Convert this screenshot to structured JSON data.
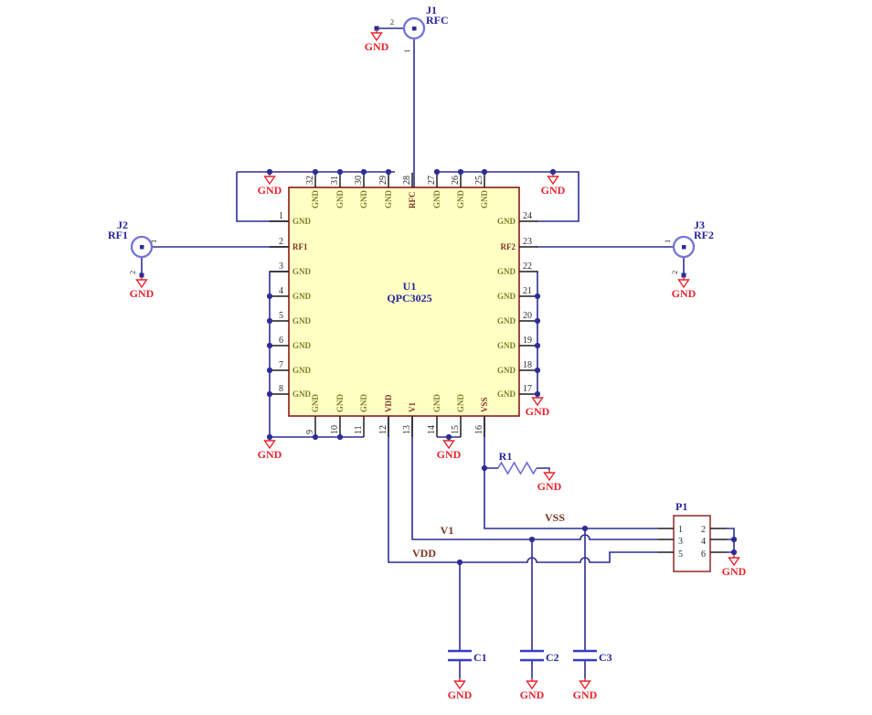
{
  "labels": {
    "gnd": "GND"
  },
  "colors": {
    "wire": "#2d2d96",
    "ground_red": "#e8242c",
    "ic_fill": "#ffffc4",
    "ic_border": "#8b1a1a",
    "connector_blue": "#7373d9",
    "ref_text_navy": "#24249c",
    "net_label_maroon": "#7b3222",
    "pin_name_olive": "#7d7d2a",
    "pin_number_black": "#2b2b2b"
  },
  "u1": {
    "ref": "U1",
    "value": "QPC3025",
    "pins_left": [
      {
        "num": "1",
        "name": "GND"
      },
      {
        "num": "2",
        "name": "RF1"
      },
      {
        "num": "3",
        "name": "GND"
      },
      {
        "num": "4",
        "name": "GND"
      },
      {
        "num": "5",
        "name": "GND"
      },
      {
        "num": "6",
        "name": "GND"
      },
      {
        "num": "7",
        "name": "GND"
      },
      {
        "num": "8",
        "name": "GND"
      }
    ],
    "pins_right": [
      {
        "num": "24",
        "name": "GND"
      },
      {
        "num": "23",
        "name": "RF2"
      },
      {
        "num": "22",
        "name": "GND"
      },
      {
        "num": "21",
        "name": "GND"
      },
      {
        "num": "20",
        "name": "GND"
      },
      {
        "num": "19",
        "name": "GND"
      },
      {
        "num": "18",
        "name": "GND"
      },
      {
        "num": "17",
        "name": "GND"
      }
    ],
    "pins_top": [
      {
        "num": "32",
        "name": "GND"
      },
      {
        "num": "31",
        "name": "GND"
      },
      {
        "num": "30",
        "name": "GND"
      },
      {
        "num": "29",
        "name": "GND"
      },
      {
        "num": "28",
        "name": "RFC"
      },
      {
        "num": "27",
        "name": "GND"
      },
      {
        "num": "26",
        "name": "GND"
      },
      {
        "num": "25",
        "name": "GND"
      }
    ],
    "pins_bottom": [
      {
        "num": "9",
        "name": "GND"
      },
      {
        "num": "10",
        "name": "GND"
      },
      {
        "num": "11",
        "name": "GND"
      },
      {
        "num": "12",
        "name": "VDD"
      },
      {
        "num": "13",
        "name": "V1"
      },
      {
        "num": "14",
        "name": "GND"
      },
      {
        "num": "15",
        "name": "GND"
      },
      {
        "num": "16",
        "name": "VSS"
      }
    ]
  },
  "j1": {
    "ref": "J1",
    "value": "RFC",
    "pin1": "1",
    "pin2": "2"
  },
  "j2": {
    "ref": "J2",
    "value": "RF1",
    "pin1": "1",
    "pin2": "2"
  },
  "j3": {
    "ref": "J3",
    "value": "RF2",
    "pin1": "1",
    "pin2": "2"
  },
  "r1": {
    "ref": "R1"
  },
  "c1": {
    "ref": "C1"
  },
  "c2": {
    "ref": "C2"
  },
  "c3": {
    "ref": "C3"
  },
  "p1": {
    "ref": "P1",
    "pins": [
      "1",
      "2",
      "3",
      "4",
      "5",
      "6"
    ]
  },
  "nets": {
    "vss": "VSS",
    "v1": "V1",
    "vdd": "VDD"
  }
}
